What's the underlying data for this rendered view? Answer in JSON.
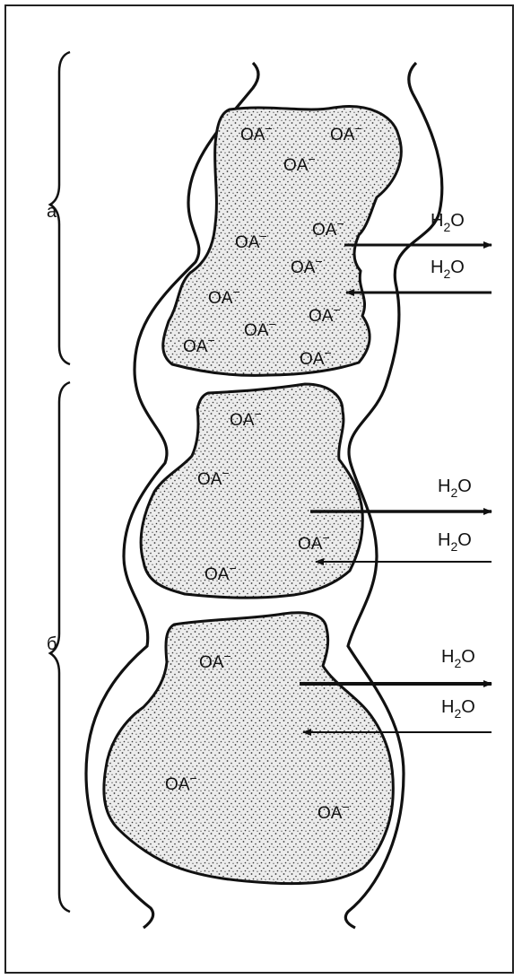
{
  "labels": {
    "section_a": "а",
    "section_b": "б"
  },
  "ion": {
    "base": "OA",
    "charge": "−"
  },
  "water": {
    "base": "H",
    "subscript": "2",
    "tail": "O"
  },
  "colors": {
    "outline": "#111111",
    "vacuole_fill": "#e9e9e9",
    "dots": "#3a3a3a"
  }
}
